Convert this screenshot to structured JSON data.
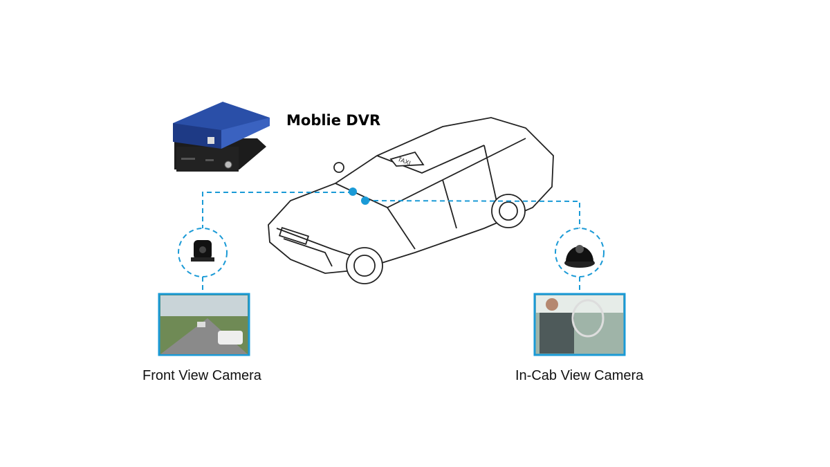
{
  "title": "Moblie DVR",
  "taxi_sign": "TAXI",
  "cameras": [
    {
      "label": "Front View Camera"
    },
    {
      "label": "In-Cab View Camera"
    }
  ],
  "colors": {
    "connector": "#1a9ad6",
    "dvr_blue": "#2a4fa8"
  }
}
